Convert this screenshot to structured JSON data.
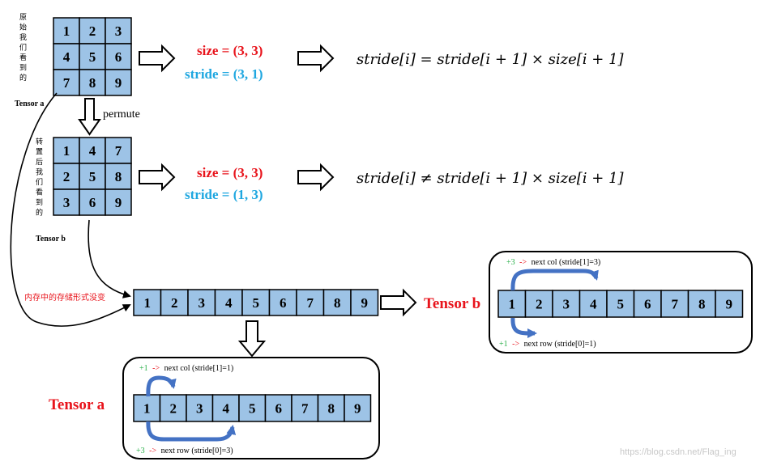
{
  "colors": {
    "cell_fill": "#9dc3e6",
    "size_red": "#e8141c",
    "stride_blue": "#1fa7e0",
    "arrow_blue": "#4472c4",
    "plus_green": "#2ab04a"
  },
  "tensor_a": {
    "label_cn": [
      "原",
      "始",
      "我",
      "们",
      "看",
      "到",
      "的"
    ],
    "label": "Tensor a",
    "grid": [
      "1",
      "2",
      "3",
      "4",
      "5",
      "6",
      "7",
      "8",
      "9"
    ],
    "size_text": "size = (3, 3)",
    "stride_text": "stride = (3, 1)",
    "formula": "stride[i]  = stride[i + 1] × size[i + 1]"
  },
  "permute_label": "permute",
  "tensor_b": {
    "label_cn": [
      "转",
      "置",
      "后",
      "我",
      "们",
      "看",
      "到",
      "的"
    ],
    "label": "Tensor b",
    "grid": [
      "1",
      "4",
      "7",
      "2",
      "5",
      "8",
      "3",
      "6",
      "9"
    ],
    "size_text": "size = (3, 3)",
    "stride_text": "stride = (1, 3)",
    "formula": "stride[i]  ≠ stride[i + 1] × size[i + 1]"
  },
  "memory": {
    "label": "内存中的存储形式没变",
    "cells": [
      "1",
      "2",
      "3",
      "4",
      "5",
      "6",
      "7",
      "8",
      "9"
    ]
  },
  "panel_b": {
    "title": "Tensor b",
    "top_plus": "+3",
    "top_arrow": "->",
    "top_text": "next col (stride[1]=3)",
    "bottom_plus": "+1",
    "bottom_arrow": "->",
    "bottom_text": "next row (stride[0]=1)",
    "cells": [
      "1",
      "2",
      "3",
      "4",
      "5",
      "6",
      "7",
      "8",
      "9"
    ]
  },
  "panel_a": {
    "title": "Tensor a",
    "top_plus": "+1",
    "top_arrow": "->",
    "top_text": "next col (stride[1]=1)",
    "bottom_plus": "+3",
    "bottom_arrow": "->",
    "bottom_text": "next row (stride[0]=3)",
    "cells": [
      "1",
      "2",
      "3",
      "4",
      "5",
      "6",
      "7",
      "8",
      "9"
    ]
  },
  "watermark": "https://blog.csdn.net/Flag_ing"
}
